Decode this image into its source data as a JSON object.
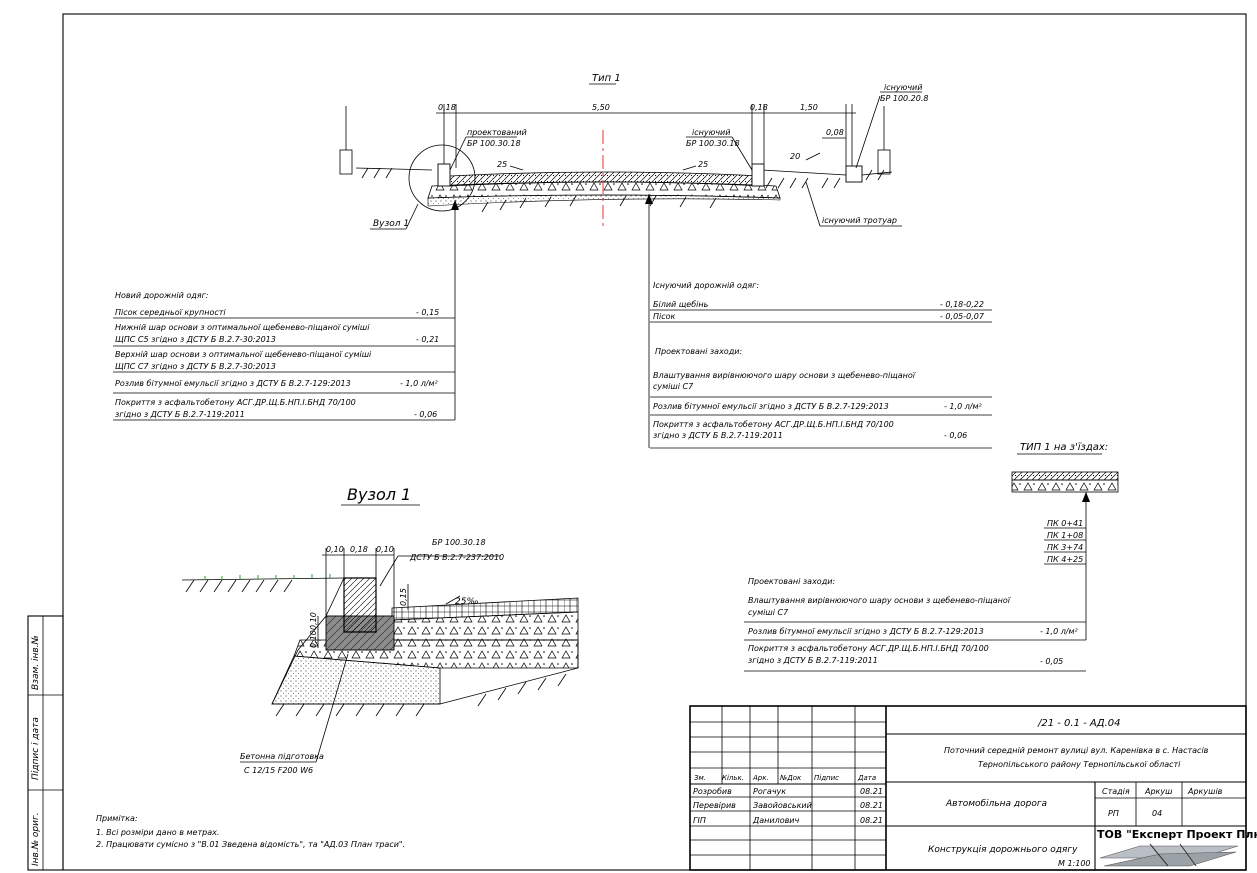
{
  "colors": {
    "line": "#000000",
    "axis": "#e53935",
    "grass": "#2e9e3a",
    "ink": "#000000"
  },
  "section": {
    "title": "Тип 1",
    "dims": {
      "curb_left": "0,18",
      "carriageway": "5,50",
      "curb_right": "0,18",
      "sidewalk": "1,50",
      "sidewalk_curb": "0,08"
    },
    "slope_left": "25",
    "slope_right": "25",
    "slope_sidewalk": "20",
    "callouts": {
      "designed_curb": [
        "проектований",
        "БР 100.30.18"
      ],
      "existing_curb": [
        "існуючий",
        "БР 100.30.18"
      ],
      "existing_curb_2": [
        "існуючий",
        "БР 100.20.8"
      ],
      "existing_sidewalk": "існуючий тротуар",
      "node_label": "Вузол 1"
    }
  },
  "new_pavement": {
    "title": "Новий дорожній одяг:",
    "rows": [
      {
        "text": [
          "Пісок середньої крупності"
        ],
        "value": "- 0,15"
      },
      {
        "text": [
          "Нижній шар основи з оптимальної щебенево-піщаної суміші",
          "ЩПС С5  згідно з ДСТУ Б В.2.7-30:2013"
        ],
        "value": "- 0,21"
      },
      {
        "text": [
          "Верхній шар основи з оптимальної щебенево-піщаної суміші",
          "ЩПС С7  згідно з ДСТУ Б В.2.7-30:2013"
        ],
        "value": ""
      },
      {
        "text": [
          "Розлив бітумної емульсії згідно з ДСТУ Б В.2.7-129:2013"
        ],
        "value": "- 1,0  л/м²"
      },
      {
        "text": [
          "Покриття з асфальтобетону АСГ.ДР.Щ.Б.НП.І.БНД  70/100",
          "згідно з ДСТУ Б В.2.7-119:2011"
        ],
        "value": "- 0,06"
      }
    ]
  },
  "existing_pavement": {
    "title": "Існуючий дорожній одяг:",
    "rows": [
      {
        "text": "Білий щебінь",
        "value": "- 0,18-0,22"
      },
      {
        "text": "Пісок",
        "value": "- 0,05-0,07"
      }
    ],
    "measures_title": "Проектовані заходи:",
    "measures": [
      {
        "text": [
          "Влаштування вирівнюючого шару основи з щебенево-піщаної",
          "суміші С7"
        ],
        "value": ""
      },
      {
        "text": [
          "Розлив бітумної емульсії згідно з ДСТУ Б В.2.7-129:2013"
        ],
        "value": "- 1,0  л/м²"
      },
      {
        "text": [
          "Покриття з асфальтобетону АСГ.ДР.Щ.Б.НП.І.БНД  70/100",
          "згідно з ДСТУ Б В.2.7-119:2011"
        ],
        "value": "- 0,06"
      }
    ]
  },
  "entrance": {
    "title": "ТИП 1 на з'їздах:",
    "pickets": [
      "ПК 0+41",
      "ПК 1+08",
      "ПК 3+74",
      "ПК 4+25"
    ],
    "measures_title": "Проектовані заходи:",
    "measures": [
      {
        "text": [
          "Влаштування вирівнюючого шару основи з щебенево-піщаної",
          "суміші С7"
        ],
        "value": ""
      },
      {
        "text": [
          "Розлив бітумної емульсії згідно з ДСТУ Б В.2.7-129:2013"
        ],
        "value": "- 1,0  л/м²"
      },
      {
        "text": [
          "Покриття з асфальтобетону АСГ.ДР.Щ.Б.НП.І.БНД  70/100",
          "згідно з ДСТУ Б В.2.7-119:2011"
        ],
        "value": "- 0,05"
      }
    ]
  },
  "node": {
    "title": "Вузол 1",
    "dims_top": [
      "0,10",
      "0,18",
      "0,10"
    ],
    "curb": [
      "БР 100.30.18",
      "ДСТУ Б В.2.7-237:2010"
    ],
    "dim_height": "0,15",
    "dims_side": [
      "0,10",
      "0,10"
    ],
    "slope": "25‰",
    "concrete": [
      "Бетонна підготовка",
      "С 12/15 F200 W6"
    ]
  },
  "notes": {
    "title": "Примітка:",
    "items": [
      "1. Всі розміри дано в метрах.",
      "2. Працювати сумісно з \"В.01 Зведена відомість\", та \"АД.03 План траси\"."
    ]
  },
  "side_stamp": [
    "Взам. інв.№",
    "Підпис і дата",
    "Інв.№ ориг."
  ],
  "title_block": {
    "code": "/21 - 0.1 - АД.04",
    "project": [
      "Поточний середній ремонт вулиці вул. Каренівка в с. Настасів",
      "Тернопільського району Тернопільської області"
    ],
    "headers": [
      "Зм.",
      "Кільк.",
      "Арк.",
      "№Док",
      "Підпис",
      "Дата"
    ],
    "people": [
      {
        "role": "Розробив",
        "name": "Рогачук",
        "date": "08.21"
      },
      {
        "role": "Перевірив",
        "name": "Завойовський",
        "date": "08.21"
      },
      {
        "role": "ГІП",
        "name": "Данилович",
        "date": "08.21"
      }
    ],
    "object": "Автомобільна дорога",
    "stage_headers": [
      "Стадія",
      "Аркуш",
      "Аркушів"
    ],
    "stage_values": [
      "РП",
      "04",
      ""
    ],
    "sheet_title": "Конструкція дорожнього одягу",
    "scale": "М 1:100",
    "company": "ТОВ \"Експерт Проект Плюс\""
  }
}
